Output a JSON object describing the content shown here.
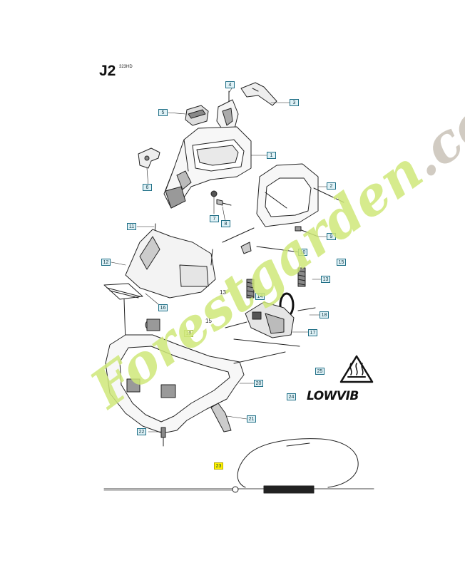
{
  "page": {
    "title": "J2",
    "subtitle": "323HD"
  },
  "callouts": [
    {
      "text": "4",
      "style": "box"
    },
    {
      "text": "3",
      "style": "box"
    },
    {
      "text": "5",
      "style": "box"
    },
    {
      "text": "1",
      "style": "box"
    },
    {
      "text": "6",
      "style": "box"
    },
    {
      "text": "2",
      "style": "box"
    },
    {
      "text": "7",
      "style": "box"
    },
    {
      "text": "8",
      "style": "box"
    },
    {
      "text": "11",
      "style": "box"
    },
    {
      "text": "9",
      "style": "box"
    },
    {
      "text": "12",
      "style": "box"
    },
    {
      "text": "10",
      "style": "box"
    },
    {
      "text": "15",
      "style": "box"
    },
    {
      "text": "13",
      "style": "box"
    },
    {
      "text": "13",
      "style": "plain"
    },
    {
      "text": "14",
      "style": "box"
    },
    {
      "text": "16",
      "style": "box"
    },
    {
      "text": "15",
      "style": "plain"
    },
    {
      "text": "18",
      "style": "box"
    },
    {
      "text": "19",
      "style": "green"
    },
    {
      "text": "17",
      "style": "box"
    },
    {
      "text": "25",
      "style": "box"
    },
    {
      "text": "20",
      "style": "box"
    },
    {
      "text": "24",
      "style": "box"
    },
    {
      "text": "21",
      "style": "box"
    },
    {
      "text": "22",
      "style": "box"
    },
    {
      "text": "23",
      "style": "highlight"
    }
  ],
  "brand_label": "LOWVIB",
  "watermark": {
    "text_main": "Forestgarden",
    "text_suffix": ".com",
    "color_main": "#cfe87a",
    "color_suffix": "#c9c3b8"
  },
  "colors": {
    "callout_border": "#1f6f86",
    "callout_fill": "#dff1f6",
    "highlight": "#fff200",
    "line": "#222222"
  }
}
